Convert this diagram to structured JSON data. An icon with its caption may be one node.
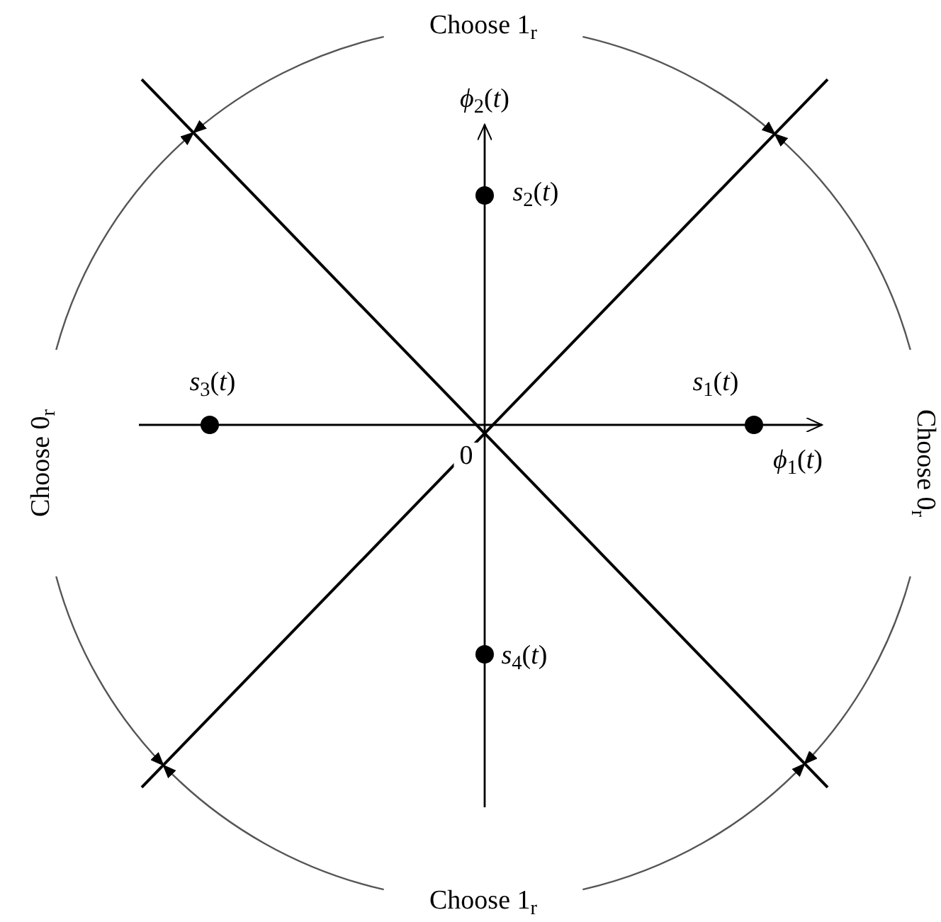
{
  "diagram": {
    "labels": [
      "Choose 1$_{r}$",
      "*ϕ*$_{2}$(*t*)",
      "*s*$_{2}$(*t*)",
      "Choose 0$_{r}$",
      "*s*$_{3}$(*t*)",
      "*s*$_{1}$(*t*)",
      "Choose 0$_{r}$",
      "0",
      "*ϕ*$_{1}$(*t*)",
      "*s*$_{4}$(*t*)",
      "Choose 1$_{r}$"
    ]
  }
}
